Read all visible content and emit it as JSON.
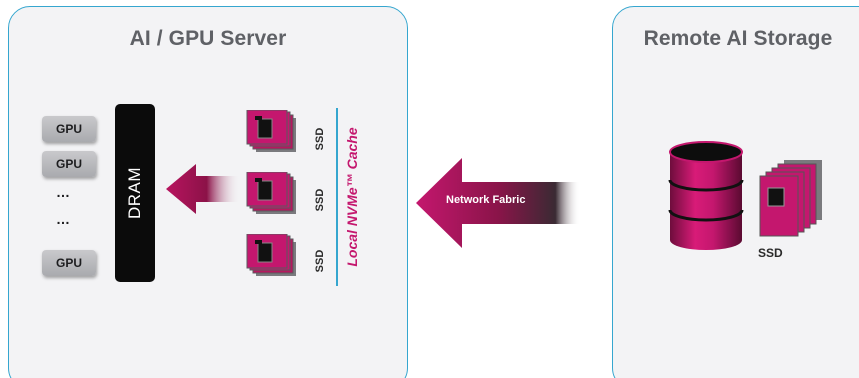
{
  "server": {
    "title": "AI / GPU Server",
    "gpus": [
      "GPU",
      "GPU",
      "GPU"
    ],
    "ellipsis": [
      "…",
      "…"
    ],
    "dram_label": "DRAM",
    "ssd_labels": [
      "SSD",
      "SSD",
      "SSD"
    ],
    "cache_label": "Local NVMe™ Cache"
  },
  "network": {
    "label": "Network Fabric"
  },
  "storage": {
    "title": "Remote AI Storage",
    "ssd_label": "SSD"
  },
  "colors": {
    "accent_magenta": "#c4176e",
    "panel_border": "#35a6cf",
    "panel_fill": "#f3f3f5",
    "title_gray": "#5f6166"
  }
}
